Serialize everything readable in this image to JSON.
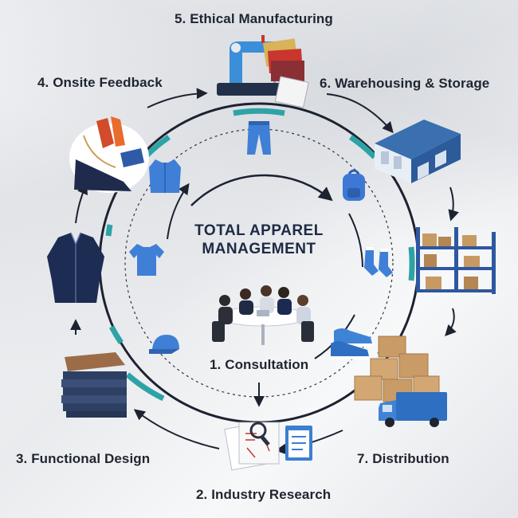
{
  "center": {
    "line1": "TOTAL APPAREL",
    "line2": "MANAGEMENT"
  },
  "steps": [
    {
      "label": "1. Consultation"
    },
    {
      "label": "2. Industry Research"
    },
    {
      "label": "3. Functional Design"
    },
    {
      "label": "4. Onsite Feedback"
    },
    {
      "label": "5. Ethical Manufacturing"
    },
    {
      "label": "6. Warehousing & Storage"
    },
    {
      "label": "7.  Distribution"
    }
  ],
  "icons": [
    "sewing-machine-icon",
    "warehouse-icon",
    "storage-shelves-icon",
    "cardboard-boxes-icon",
    "delivery-truck-icon",
    "research-documents-icon",
    "fabric-stack-icon",
    "jacket-icon",
    "fashion-sketch-icon",
    "meeting-table-icon",
    "jeans-icon",
    "backpack-icon",
    "socks-icon",
    "sneakers-icon",
    "cap-icon",
    "tshirt-icon",
    "shirt-icon"
  ],
  "colors": {
    "accent": "#2ea3a6",
    "ring": "#1c2230",
    "text": "#1f2530",
    "title": "#1e2a44",
    "icon_blue": "#3f7fd6"
  }
}
